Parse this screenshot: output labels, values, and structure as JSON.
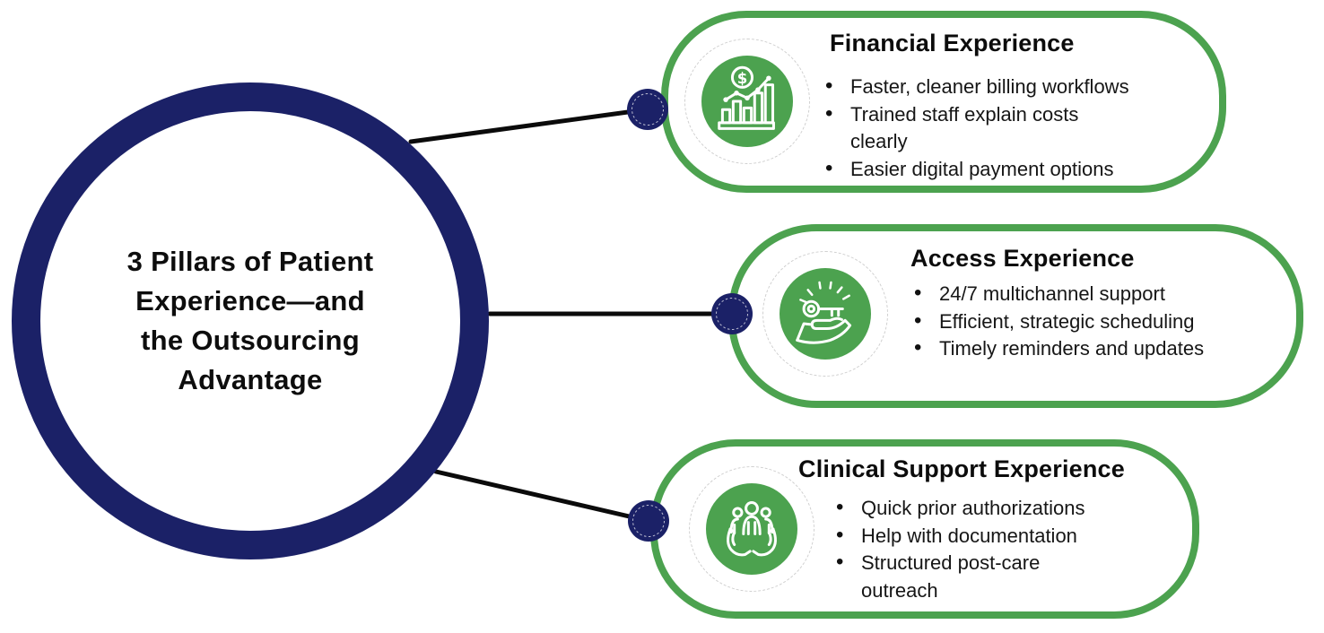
{
  "colors": {
    "navy": "#1b2167",
    "green": "#4ca24f",
    "connector": "#0b0b0b",
    "text": "#161616"
  },
  "center": {
    "title": "3 Pillars of Patient\nExperience—and\nthe Outsourcing\nAdvantage"
  },
  "cards": [
    {
      "title": "Financial Experience",
      "icon": "bar-chart-dollar-icon",
      "bullets": [
        "Faster, cleaner billing workflows",
        "Trained staff explain costs\nclearly",
        "Easier digital payment options"
      ]
    },
    {
      "title": "Access Experience",
      "icon": "hand-key-icon",
      "bullets": [
        "24/7 multichannel support",
        "Efficient, strategic scheduling",
        "Timely reminders and updates"
      ]
    },
    {
      "title": "Clinical Support Experience",
      "icon": "hands-people-icon",
      "bullets": [
        "Quick prior authorizations",
        "Help with documentation",
        "Structured post-care\noutreach"
      ]
    }
  ]
}
